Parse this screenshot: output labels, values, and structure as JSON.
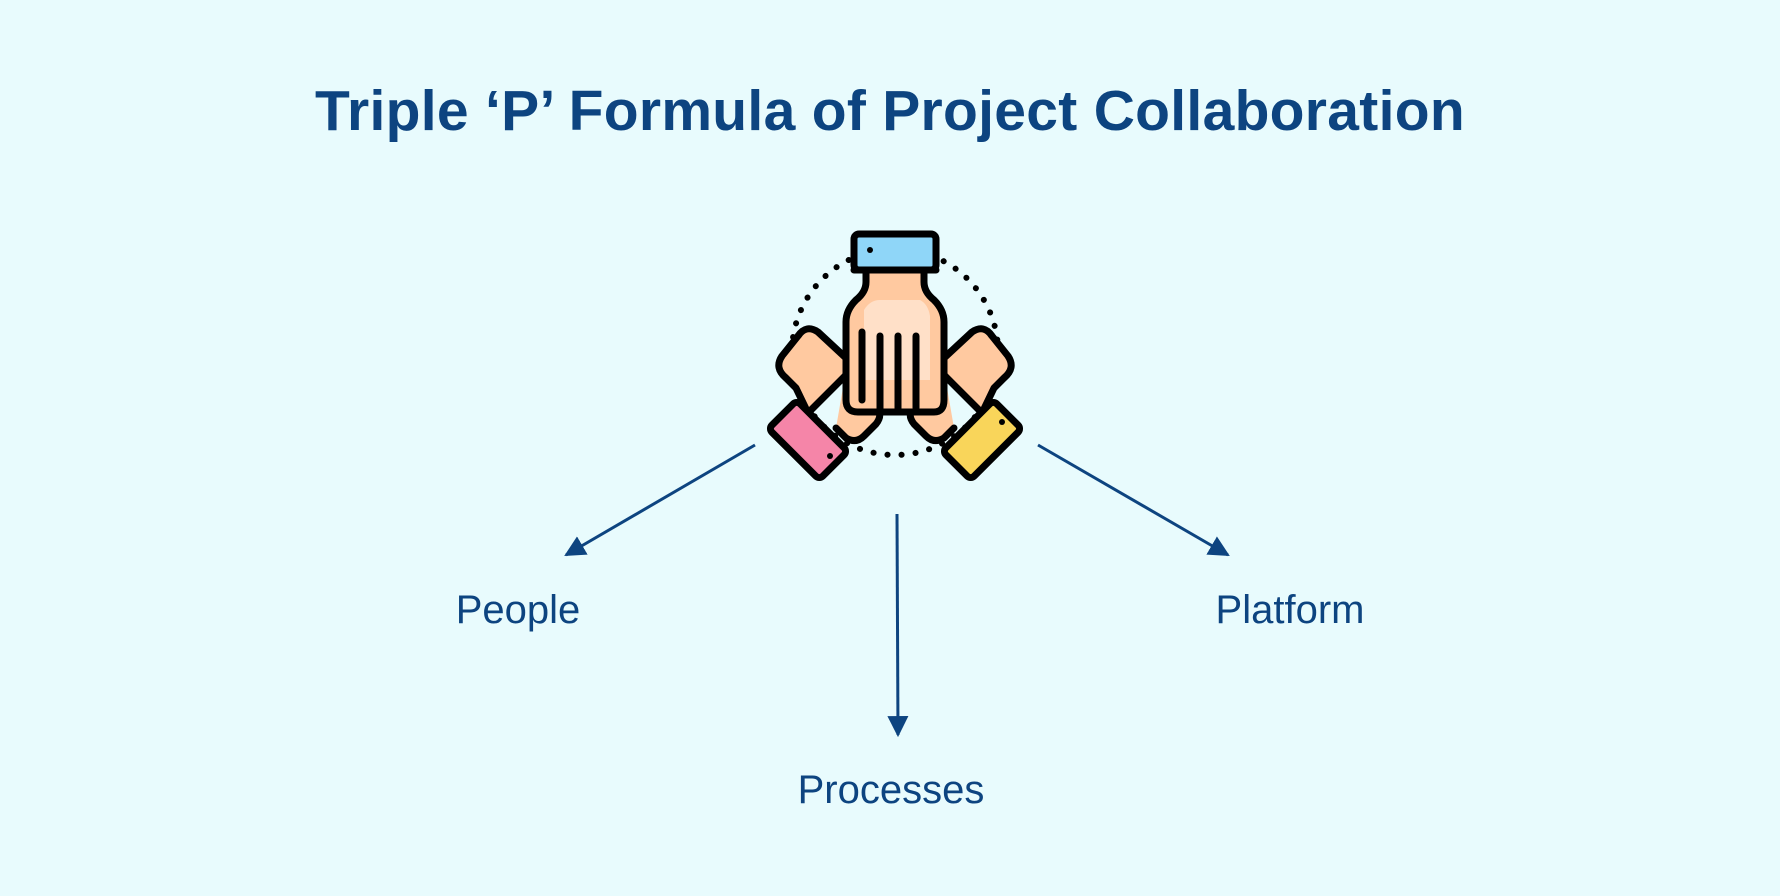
{
  "title": "Triple ‘P’ Formula of Project Collaboration",
  "branches": [
    {
      "label": "People"
    },
    {
      "label": "Processes"
    },
    {
      "label": "Platform"
    }
  ],
  "colors": {
    "background": "#e8fbfd",
    "text": "#0d4480",
    "arrow": "#0d4480",
    "skin": "#ffc9a0",
    "skin_light": "#ffe0c8",
    "cuff_top": "#8fd6f8",
    "cuff_left": "#f585a8",
    "cuff_right": "#f9d55a"
  },
  "icon": "team-hands-icon"
}
